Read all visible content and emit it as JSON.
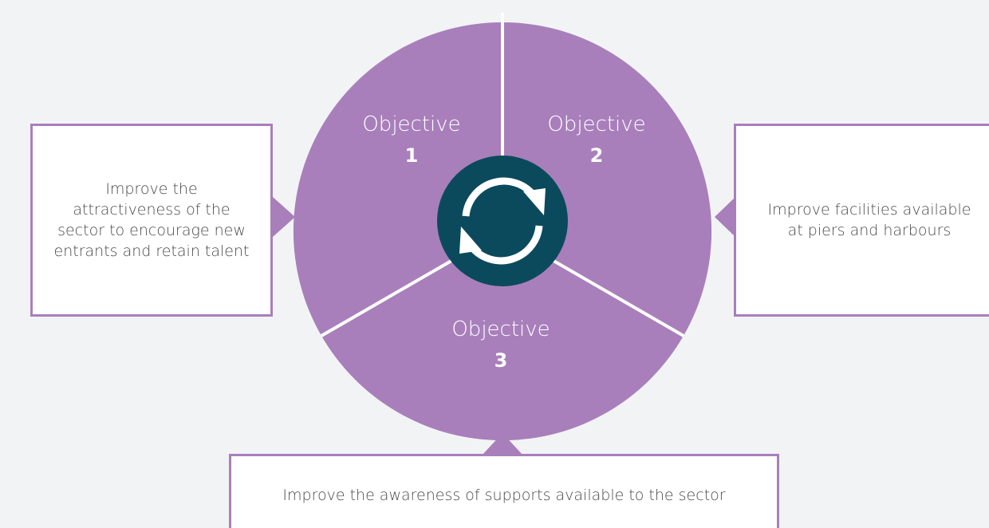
{
  "colors": {
    "background": "#f2f3f5",
    "segment": "#a87fbb",
    "divider": "#ffffff",
    "hub": "#0b4a5c",
    "box_border": "#a87fbb",
    "box_fill": "#ffffff",
    "box_text": "#4a4a4a"
  },
  "objectives": [
    {
      "word": "Objective",
      "number": "1",
      "description_lines": [
        "Improve the",
        "attractiveness of the",
        "sector to encourage new",
        "entrants and retain talent"
      ]
    },
    {
      "word": "Objective",
      "number": "2",
      "description_lines": [
        "Improve facilities available",
        "at piers and harbours"
      ]
    },
    {
      "word": "Objective",
      "number": "3",
      "description_lines": [
        "Improve the awareness of supports available to the sector"
      ]
    }
  ],
  "center_icon": "refresh-cycle-icon"
}
